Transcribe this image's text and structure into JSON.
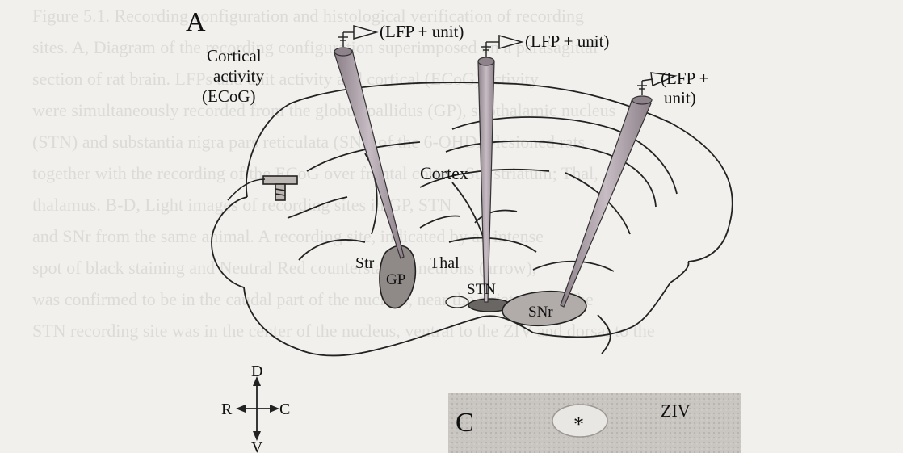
{
  "figure": {
    "panel_a_label": "A",
    "panel_c_label": "C",
    "probe_left_label": "(LFP + unit)",
    "probe_mid_label": "(LFP + unit)",
    "probe_right_label_1": "(LFP +",
    "probe_right_label_2": "unit)",
    "ecog_line1": "Cortical",
    "ecog_line2": "activity",
    "ecog_line3": "(ECoG)",
    "cortex": "Cortex",
    "str": "Str",
    "thal": "Thal",
    "gp": "GP",
    "stn": "STN",
    "snr": "SNr",
    "compass": {
      "d": "D",
      "v": "V",
      "r": "R",
      "c": "C"
    },
    "panel_c_region": "ZIV",
    "panel_c_marker": "*"
  },
  "caption_bleed": {
    "line1": "Figure 5.1. Recording configuration and histological verification of recording",
    "line2": "sites. A, Diagram of the recording configuration superimposed on a parasagittal",
    "line3": "section of rat brain. LFPs and unit activity and cortical (ECoG) activity",
    "line4": "were simultaneously recorded from the globus pallidus (GP), subthalamic nucleus",
    "line5": "(STN) and substantia nigra pars reticulata (SNr) of the 6-OHDA-lesioned rats",
    "line6": "together with the recording of the ECoG over frontal cortex. Str, striatum; Thal,",
    "line7": "thalamus. B-D, Light images of recording sites in GP, STN",
    "line8": "and SNr from the same animal. A recording site, indicated by an intense",
    "line9": "spot of black staining and Neutral Red counterstained neurons (arrow),",
    "line10": "was confirmed to be in the caudal part of the nucleus, near the striatum. C, The",
    "line11": "STN recording site was in the center of the nucleus, ventral to the ZIV and dorsal to the"
  }
}
